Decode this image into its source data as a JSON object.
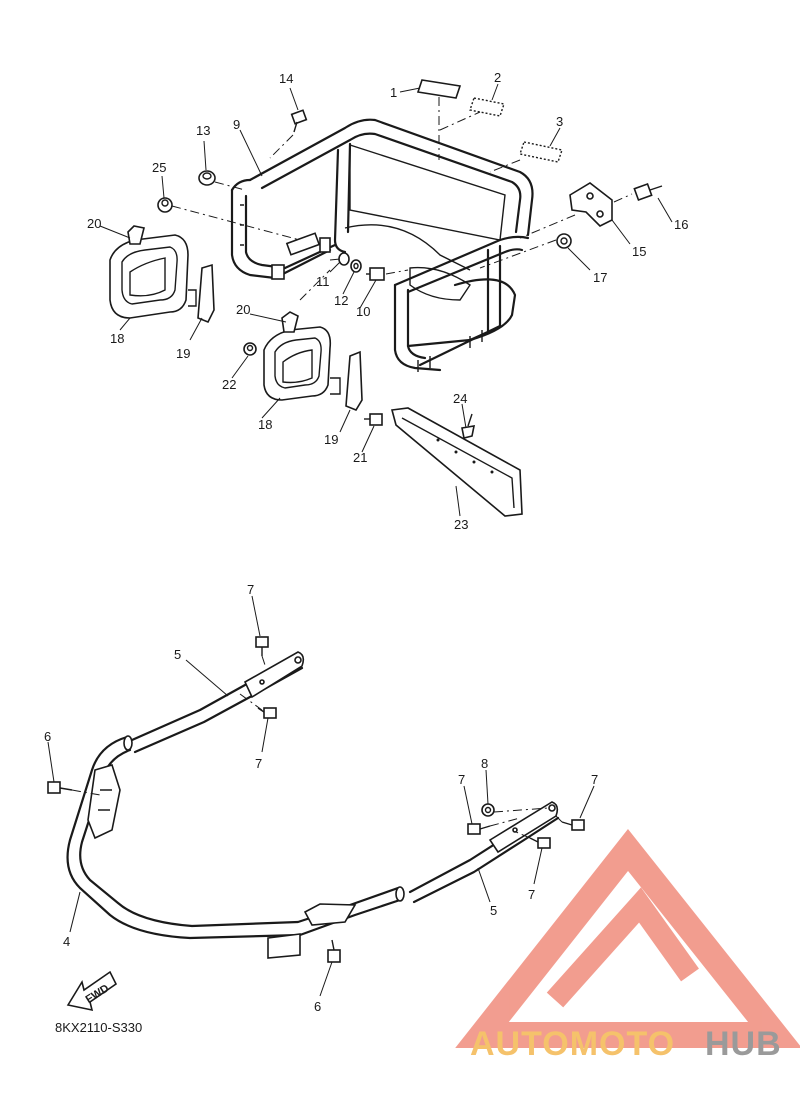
{
  "diagram": {
    "drawing_code": "8KX2110-S330",
    "direction_label": "FWD",
    "callouts": {
      "c1": "1",
      "c2": "2",
      "c3": "3",
      "c9": "9",
      "c13": "13",
      "c14": "14",
      "c15": "15",
      "c16": "16",
      "c17": "17",
      "c25": "25",
      "c20a": "20",
      "c20b": "20",
      "c18a": "18",
      "c18b": "18",
      "c19a": "19",
      "c19b": "19",
      "c11": "11",
      "c12": "12",
      "c10": "10",
      "c22": "22",
      "c21": "21",
      "c24": "24",
      "c23": "23",
      "c7a": "7",
      "c7b": "7",
      "c7c": "7",
      "c7d": "7",
      "c7e": "7",
      "c5a": "5",
      "c5b": "5",
      "c6a": "6",
      "c6b": "6",
      "c4": "4",
      "c8": "8"
    }
  },
  "watermark": {
    "brand_part1": "AUTOMOTO",
    "brand_part2": "HUB",
    "color_primary": "#f08c7c",
    "color_accent": "#f5c26b",
    "color_secondary": "#9a9a9a"
  }
}
